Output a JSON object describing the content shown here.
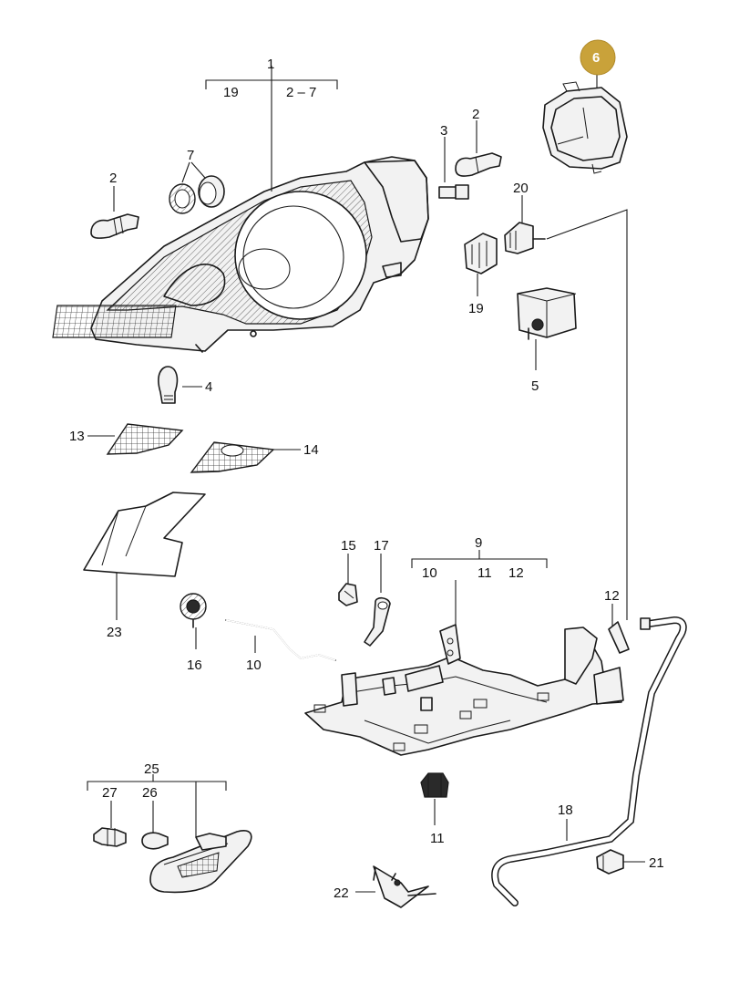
{
  "diagram": {
    "labels": {
      "headlight_assembly": "1",
      "group_19": "19",
      "group_2_7": "2 – 7",
      "bulb_left": "2",
      "ring_7": "7",
      "bulb_4": "4",
      "lens_13": "13",
      "lens_14": "14",
      "cover_23": "23",
      "socket_3": "3",
      "bulb_2_right": "2",
      "highlight_6": "6",
      "connector_20": "20",
      "connector_19": "19",
      "module_5": "5",
      "clip_15": "15",
      "bracket_17": "17",
      "group_9": "9",
      "group_9_10": "10",
      "group_9_11": "11",
      "group_9_12": "12",
      "screw_16": "16",
      "rod_10": "10",
      "clip_12": "12",
      "hose_18": "18",
      "grommet_11": "11",
      "clip_21": "21",
      "group_25": "25",
      "bulb_27": "27",
      "bulb_26": "26",
      "part_22": "22"
    },
    "highlight_color": "#c9a23a"
  }
}
